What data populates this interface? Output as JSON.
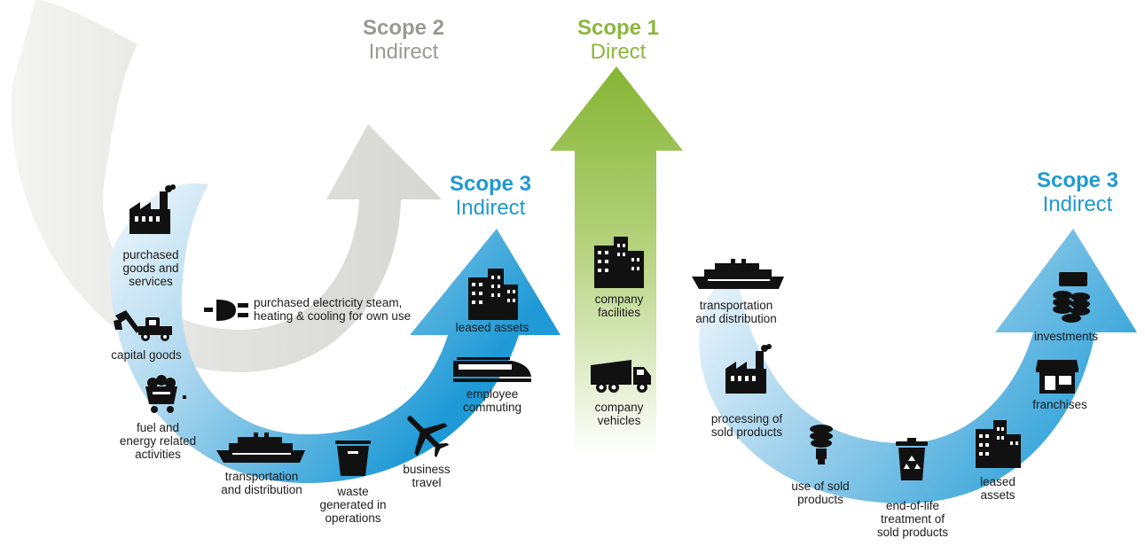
{
  "colors": {
    "scope1": "#8db63c",
    "scope2": "#9a9a95",
    "scope3": "#1e9ad1",
    "scope2_arrow": "#dcdcd8",
    "scope3_arrow": "#35a6dc",
    "icon": "#111111"
  },
  "headers": {
    "scope2": {
      "title": "Scope 2",
      "subtitle": "Indirect"
    },
    "scope1": {
      "title": "Scope 1",
      "subtitle": "Direct"
    },
    "scope3_upstream": {
      "title": "Scope 3",
      "subtitle": "Indirect"
    },
    "scope3_downstream": {
      "title": "Scope 3",
      "subtitle": "Indirect"
    }
  },
  "labels": {
    "purchased_goods": "purchased\ngoods and\nservices",
    "capital_goods": "capital goods",
    "fuel_energy": "fuel and\nenergy related\nactivities",
    "transport_upstream": "transportation\nand distribution",
    "waste": "waste\ngenerated in\noperations",
    "business_travel": "business\ntravel",
    "employee_commuting": "employee\ncommuting",
    "leased_assets_upstream": "leased assets",
    "electricity": "purchased electricity steam,\nheating & cooling for own use",
    "company_facilities": "company\nfacilities",
    "company_vehicles": "company\nvehicles",
    "transport_downstream": "transportation\nand distribution",
    "processing": "processing of\nsold products",
    "use_sold": "use of sold\nproducts",
    "end_of_life": "end-of-life\ntreatment of\nsold products",
    "leased_assets_downstream": "leased\nassets",
    "franchises": "franchises",
    "investments": "investments"
  },
  "icons": [
    "factory-icon",
    "excavator-icon",
    "coal-cart-icon",
    "ship-icon",
    "dumpster-icon",
    "airplane-icon",
    "train-icon",
    "buildings-icon",
    "plug-icon",
    "truck-icon",
    "light-bulb-icon",
    "recycle-bin-icon",
    "storefront-icon",
    "coins-icon"
  ]
}
